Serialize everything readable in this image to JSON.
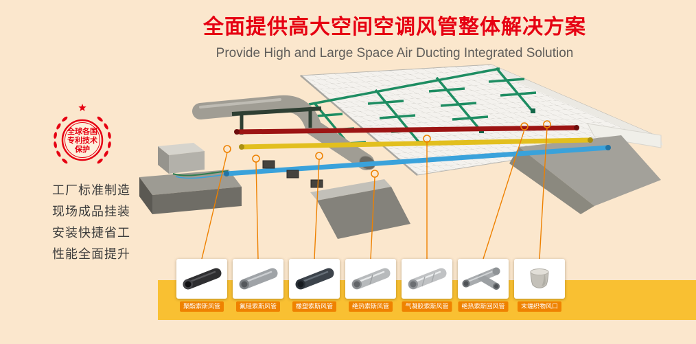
{
  "header": {
    "title": "全面提供高大空间空调风管整体解决方案",
    "subtitle": "Provide High and Large Space Air Ducting Integrated Solution"
  },
  "patent_badge": {
    "lines": [
      "全球各国",
      "专利技术",
      "保护"
    ]
  },
  "features": [
    "工厂标准制造",
    "现场成品挂装",
    "安装快捷省工",
    "性能全面提升"
  ],
  "products": [
    {
      "label": "聚酯索斯风管",
      "icon": "black-sox-duct"
    },
    {
      "label": "氟硅索斯风管",
      "icon": "gray-sox-duct"
    },
    {
      "label": "橡塑索斯风管",
      "icon": "rubber-sox-duct"
    },
    {
      "label": "绝热索斯风管",
      "icon": "insulated-sox-duct"
    },
    {
      "label": "气凝胶索斯风管",
      "icon": "aerogel-sox-duct"
    },
    {
      "label": "绝热索斯回风管",
      "icon": "insulated-return-duct-tee"
    },
    {
      "label": "末端织物风口",
      "icon": "fabric-air-outlet"
    }
  ],
  "colors": {
    "background": "#fbe7cd",
    "band_yellow": "#f9c032",
    "accent_orange": "#ef8200",
    "title_red": "#e60012",
    "duct_red": "#9c1413",
    "duct_yellow": "#e2bf1e",
    "duct_blue": "#3aa2db",
    "duct_green": "#1e8d62"
  }
}
